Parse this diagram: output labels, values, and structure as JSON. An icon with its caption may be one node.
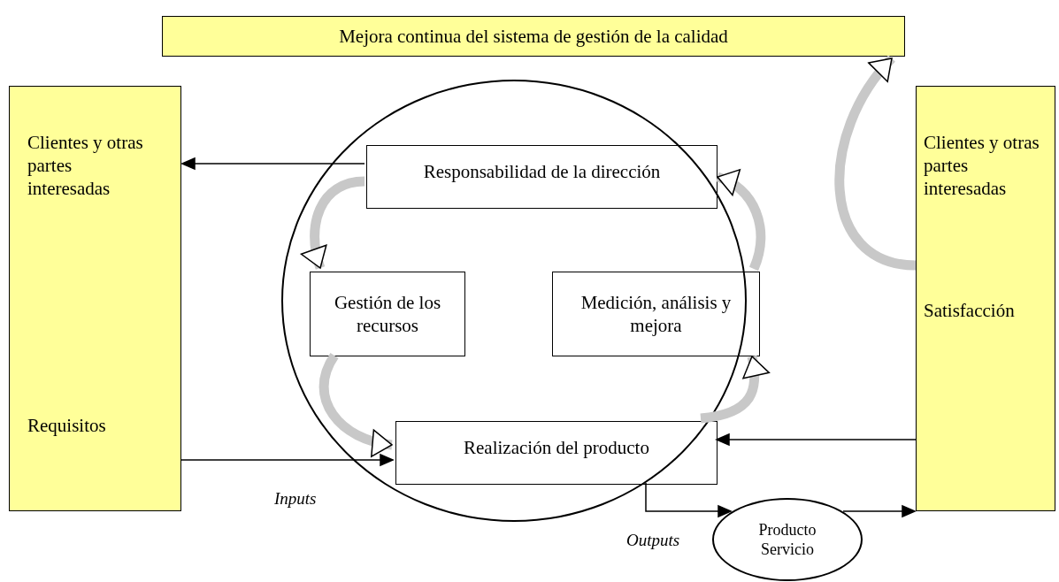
{
  "diagram": {
    "nodes": [
      {
        "text": [
          "Mejora continua del sistema de gestión de la calidad"
        ]
      },
      {
        "text": [
          "Clientes y otras partes interesadas",
          "Requisitos"
        ]
      },
      {
        "text": [],
        "shape": "circle"
      },
      {
        "text": [
          "Responsabilidad de la dirección"
        ],
        "in": 2
      },
      {
        "text": [
          "Gestión de los recursos"
        ],
        "in": 2
      },
      {
        "text": [
          "Medición, análisis y mejora"
        ],
        "in": 2
      },
      {
        "text": [
          "Realización del producto"
        ],
        "in": 2
      },
      {
        "text": [
          "Producto Servicio"
        ]
      },
      {
        "text": [
          "Clientes y otras partes interesadas",
          "Satisfacción"
        ]
      }
    ],
    "edges": [
      {
        "from": 3,
        "to": 1,
        "arrow": "to"
      },
      {
        "from": 1,
        "to": 6,
        "arrow": "to",
        "label": "Inputs"
      },
      {
        "from": 6,
        "to": 7,
        "arrow": "to",
        "label": "Outputs"
      },
      {
        "from": 7,
        "to": 8,
        "arrow": "to"
      },
      {
        "from": 8,
        "to": 6,
        "arrow": "to"
      },
      {
        "from": 3,
        "to": 4,
        "arrow": "to",
        "style": "thick",
        "color": "#c8c8c8"
      },
      {
        "from": 4,
        "to": 6,
        "arrow": "to",
        "style": "thick",
        "color": "#c8c8c8"
      },
      {
        "from": 6,
        "to": 5,
        "arrow": "to",
        "style": "thick",
        "color": "#c8c8c8"
      },
      {
        "from": 5,
        "to": 3,
        "arrow": "to",
        "style": "thick",
        "color": "#c8c8c8"
      },
      {
        "from": 8,
        "to": 0,
        "arrow": "to",
        "style": "thick",
        "color": "#c8c8c8"
      }
    ]
  }
}
